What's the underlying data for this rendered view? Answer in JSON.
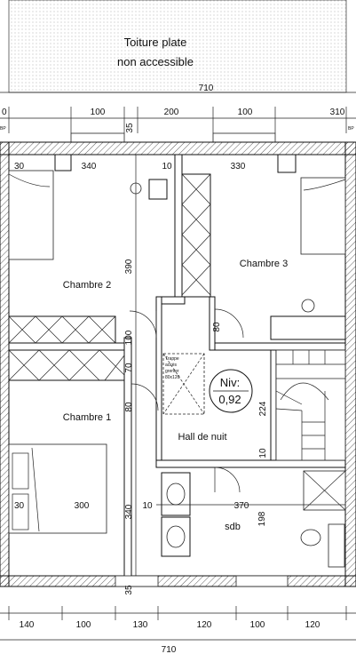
{
  "roof": {
    "label_line1": "Toiture plate",
    "label_line2": "non accessible"
  },
  "top_dims": {
    "overall": "710",
    "segments": [
      "0",
      "100",
      "35",
      "200",
      "100",
      "310"
    ],
    "edge_left": "BP",
    "edge_right": "BP"
  },
  "interior_dims": {
    "ch2_left_wall": "30",
    "ch2_width": "340",
    "ch2_right": "10",
    "ch3_width": "330",
    "ch2_height": "390",
    "door_ch2": "100",
    "door_ch3": "80",
    "hall_70": "70",
    "hall_80": "80",
    "hall_224": "224",
    "hall_10": "10",
    "ch1_left": "30",
    "ch1_width": "300",
    "ch1_height": "340",
    "ch1_10": "10",
    "sdb_width": "370",
    "sdb_height": "198",
    "bottom_35": "35"
  },
  "rooms": {
    "chambre2": "Chambre 2",
    "chambre3": "Chambre 3",
    "chambre1": "Chambre 1",
    "hall": "Hall de nuit",
    "sdb": "sdb"
  },
  "hatch_note": {
    "l1": "Trappe",
    "l2": "accès",
    "l3": "grenier",
    "l4": "80x120"
  },
  "level": {
    "label": "Niv:",
    "value": "0,92"
  },
  "bottom_dims": {
    "segments": [
      "140",
      "100",
      "130",
      "120",
      "100",
      "120"
    ],
    "overall": "710"
  }
}
